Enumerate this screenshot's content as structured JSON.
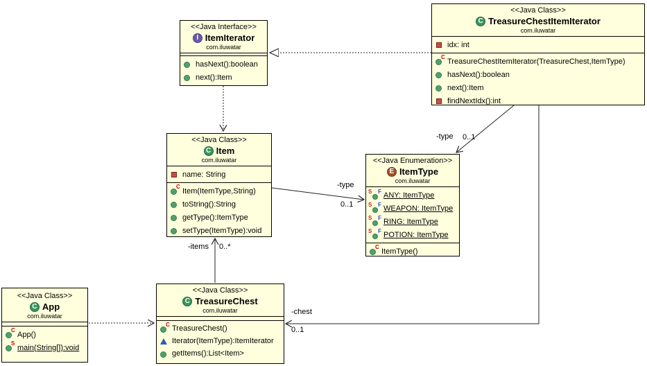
{
  "colors": {
    "box_fill": "#FFFFDE",
    "class_badge": "#37965B",
    "interface_badge": "#6A5BA8",
    "enum_badge": "#9E5226",
    "line": "#222222"
  },
  "icons": {
    "constructor_decorator": "C",
    "static_decorator": "S",
    "final_decorator": "F"
  },
  "classes": {
    "item_iterator": {
      "stereotype": "<<Java Interface>>",
      "badge": "I",
      "name": "ItemIterator",
      "package": "com.iluwatar",
      "methods": [
        {
          "label": "hasNext():boolean"
        },
        {
          "label": "next():Item"
        }
      ]
    },
    "tcii": {
      "stereotype": "<<Java Class>>",
      "badge": "C",
      "name": "TreasureChestItemIterator",
      "package": "com.iluwatar",
      "attributes": [
        {
          "label": "idx: int"
        }
      ],
      "methods": [
        {
          "label": "TreasureChestItemIterator(TreasureChest,ItemType)"
        },
        {
          "label": "hasNext():boolean"
        },
        {
          "label": "next():Item"
        },
        {
          "label": "findNextIdx():int"
        }
      ]
    },
    "item": {
      "stereotype": "<<Java Class>>",
      "badge": "C",
      "name": "Item",
      "package": "com.iluwatar",
      "attributes": [
        {
          "label": "name: String"
        }
      ],
      "methods": [
        {
          "label": "Item(ItemType,String)"
        },
        {
          "label": "toString():String"
        },
        {
          "label": "getType():ItemType"
        },
        {
          "label": "setType(ItemType):void"
        }
      ]
    },
    "item_type": {
      "stereotype": "<<Java Enumeration>>",
      "badge": "E",
      "name": "ItemType",
      "package": "com.iluwatar",
      "attributes": [
        {
          "label": "ANY: ItemType"
        },
        {
          "label": "WEAPON: ItemType"
        },
        {
          "label": "RING: ItemType"
        },
        {
          "label": "POTION: ItemType"
        }
      ],
      "methods": [
        {
          "label": "ItemType()"
        }
      ]
    },
    "app": {
      "stereotype": "<<Java Class>>",
      "badge": "C",
      "name": "App",
      "package": "com.iluwatar",
      "methods": [
        {
          "label": "App()"
        },
        {
          "label": "main(String[]):void"
        }
      ]
    },
    "treasure_chest": {
      "stereotype": "<<Java Class>>",
      "badge": "C",
      "name": "TreasureChest",
      "package": "com.iluwatar",
      "methods": [
        {
          "label": "TreasureChest()"
        },
        {
          "label": "Iterator(ItemType):ItemIterator"
        },
        {
          "label": "getItems():List<Item>"
        }
      ]
    }
  },
  "edges": {
    "tcii_itemtype": {
      "role": "-type",
      "mult": "0..1"
    },
    "item_itemtype": {
      "role": "-type",
      "mult": "0..1"
    },
    "chest_items": {
      "role": "-items",
      "mult": "0..*"
    },
    "tcii_chest": {
      "role": "-chest",
      "mult": "0..1"
    }
  }
}
